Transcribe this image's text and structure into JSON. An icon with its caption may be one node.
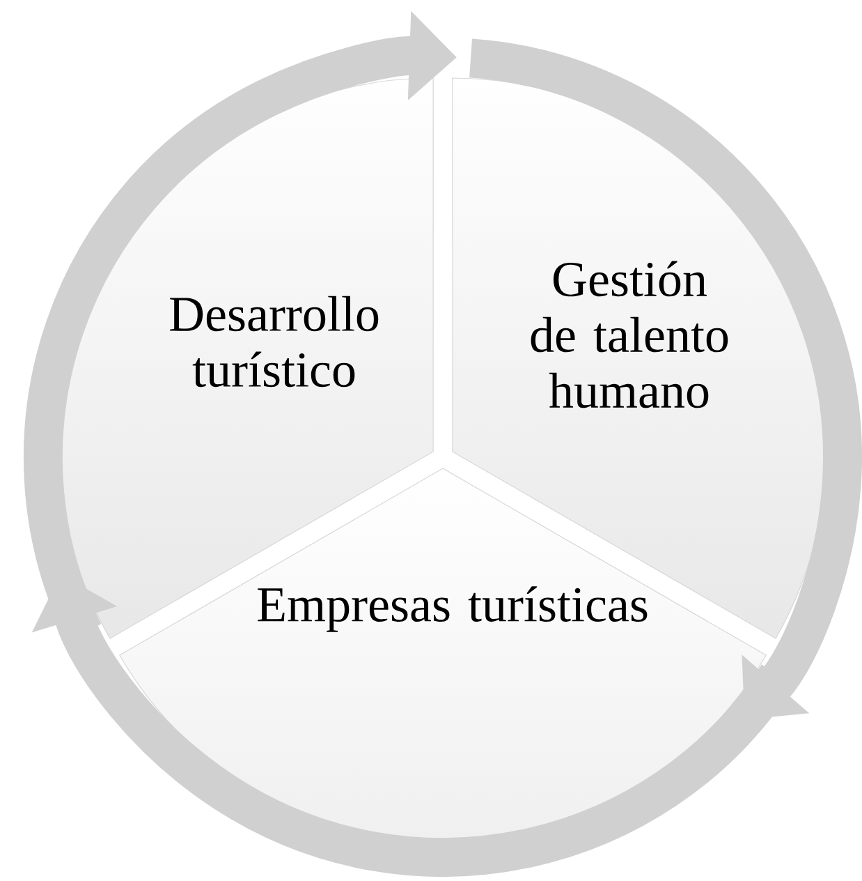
{
  "diagram": {
    "nodes": [
      {
        "text": [
          "Desarrollo turístico"
        ]
      },
      {
        "text": [
          "Gestión de talento humano"
        ]
      },
      {
        "text": [
          "Empresas turísticas"
        ]
      }
    ],
    "edges": [
      {
        "from": 0,
        "to": 1,
        "arrow": "to"
      },
      {
        "from": 1,
        "to": 2,
        "arrow": "to"
      },
      {
        "from": 2,
        "to": 0,
        "arrow": "to"
      }
    ]
  }
}
